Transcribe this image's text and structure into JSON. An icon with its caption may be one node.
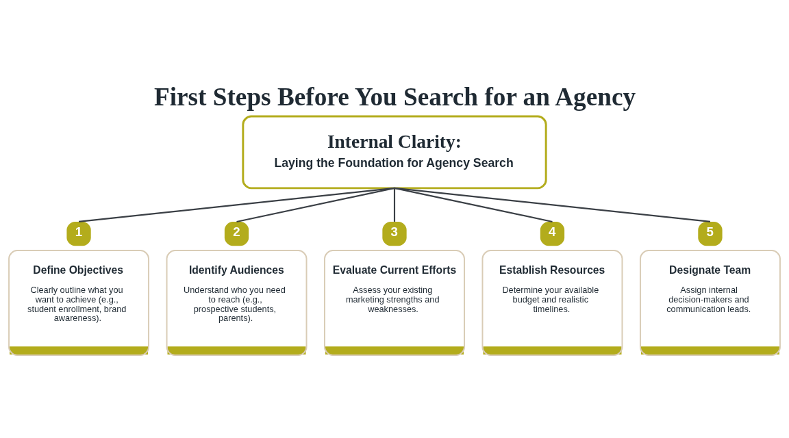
{
  "diagram": {
    "title": "First Steps Before You Search for an Agency",
    "nodes": [
      {
        "text": [
          "Internal Clarity:",
          "Laying the Foundation for Agency Search"
        ]
      },
      {
        "text": [
          "1",
          "Define Objectives",
          "Clearly outline what you want to achieve (e.g., student enrollment, brand awareness)."
        ]
      },
      {
        "text": [
          "2",
          "Identify Audiences",
          "Understand who you need to reach (e.g., prospective students, parents)."
        ]
      },
      {
        "text": [
          "3",
          "Evaluate Current Efforts",
          "Assess your existing marketing strengths and weaknesses."
        ]
      },
      {
        "text": [
          "4",
          "Establish Resources",
          "Determine your available budget and realistic timelines."
        ]
      },
      {
        "text": [
          "5",
          "Designate Team",
          "Assign internal decision-makers and communication leads."
        ]
      }
    ],
    "edges": [
      {
        "from": 0,
        "to": 1,
        "arrow": "none"
      },
      {
        "from": 0,
        "to": 2,
        "arrow": "none"
      },
      {
        "from": 0,
        "to": 3,
        "arrow": "none"
      },
      {
        "from": 0,
        "to": 4,
        "arrow": "none"
      },
      {
        "from": 0,
        "to": 5,
        "arrow": "none"
      }
    ]
  }
}
